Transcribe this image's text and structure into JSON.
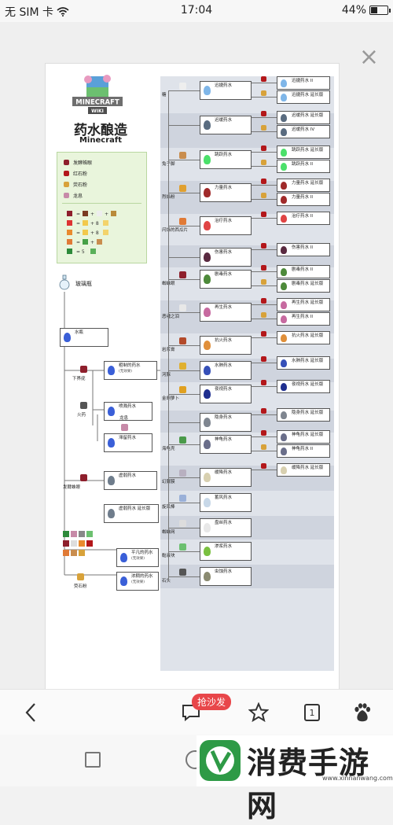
{
  "status_bar": {
    "carrier": "无 SIM 卡",
    "time": "17:04",
    "battery_text": "44%",
    "battery_level": 0.44
  },
  "viewer": {
    "close_symbol": "×",
    "image": {
      "logo_text": "MINECRAFT WIKI",
      "title_cn": "药水酿造",
      "title_en": "Minecraft",
      "legend": [
        {
          "label": "发酵蛛眼",
          "color": "#8e1f2c"
        },
        {
          "label": "红石粉",
          "color": "#b3171a"
        },
        {
          "label": "荧石粉",
          "color": "#d8a23a"
        },
        {
          "label": "龙息",
          "color": "#c78aa8"
        }
      ],
      "glass_bottle": "玻璃瓶",
      "left_nodes": [
        {
          "label": "水瓶",
          "sub": ""
        },
        {
          "label": "粗制的药水",
          "sub": "(无效果)"
        },
        {
          "label": "喷溅药水",
          "sub": ""
        },
        {
          "label": "滞留药水",
          "sub": ""
        },
        {
          "label": "虚弱药水",
          "sub": ""
        },
        {
          "label": "虚弱药水 延长版",
          "sub": ""
        },
        {
          "label": "平凡的药水",
          "sub": "(无效果)"
        },
        {
          "label": "浓稠的药水",
          "sub": "(无效果)"
        }
      ],
      "left_ingredients": [
        "下界疣",
        "火药",
        "龙息",
        "发酵蛛眼",
        "荧石粉"
      ],
      "right_rows": [
        {
          "ingredient": "糖",
          "base": "迅捷药水",
          "variants": [
            "迅捷药水 II",
            "迅捷药水 延长版"
          ]
        },
        {
          "ingredient": "",
          "base": "迟缓药水",
          "variants": [
            "迟缓药水 延长版",
            "迟缓药水 IV"
          ]
        },
        {
          "ingredient": "兔子脚",
          "base": "跳跃药水",
          "variants": [
            "跳跃药水 延长版",
            "跳跃药水 II"
          ]
        },
        {
          "ingredient": "烈焰粉",
          "base": "力量药水",
          "variants": [
            "力量药水 延长版",
            "力量药水 II"
          ]
        },
        {
          "ingredient": "闪烁的西瓜片",
          "base": "治疗药水",
          "variants": [
            "治疗药水 II"
          ]
        },
        {
          "ingredient": "",
          "base": "伤害药水",
          "variants": [
            "伤害药水 II"
          ]
        },
        {
          "ingredient": "蜘蛛眼",
          "base": "剧毒药水",
          "variants": [
            "剧毒药水 II",
            "剧毒药水 延长版"
          ]
        },
        {
          "ingredient": "恶魂之泪",
          "base": "再生药水",
          "variants": [
            "再生药水 延长版",
            "再生药水 II"
          ]
        },
        {
          "ingredient": "岩浆膏",
          "base": "抗火药水",
          "variants": [
            "抗火药水 延长版"
          ]
        },
        {
          "ingredient": "河豚",
          "base": "水肺药水",
          "variants": [
            "水肺药水 延长版"
          ]
        },
        {
          "ingredient": "金胡萝卜",
          "base": "夜视药水",
          "variants": [
            "夜视药水 延长版"
          ]
        },
        {
          "ingredient": "",
          "base": "隐身药水",
          "variants": [
            "隐身药水 延长版"
          ]
        },
        {
          "ingredient": "海龟壳",
          "base": "神龟药水",
          "variants": [
            "神龟药水 延长版",
            "神龟药水 II"
          ]
        },
        {
          "ingredient": "幻翼膜",
          "base": "缓降药水",
          "variants": [
            "缓降药水 延长版"
          ]
        },
        {
          "ingredient": "旋风棒",
          "base": "蓄风药水",
          "variants": []
        },
        {
          "ingredient": "蜘蛛网",
          "base": "盘丝药水",
          "variants": []
        },
        {
          "ingredient": "黏液块",
          "base": "渗浆药水",
          "variants": []
        },
        {
          "ingredient": "石头",
          "base": "虫蚀药水",
          "variants": []
        }
      ]
    }
  },
  "bottom_bar": {
    "back_icon": "chevron-left-icon",
    "comment_badge": "抢沙发",
    "page_count": "1"
  },
  "watermark": {
    "brand": "消费手游网",
    "url": "www.xinnanwang.com"
  }
}
